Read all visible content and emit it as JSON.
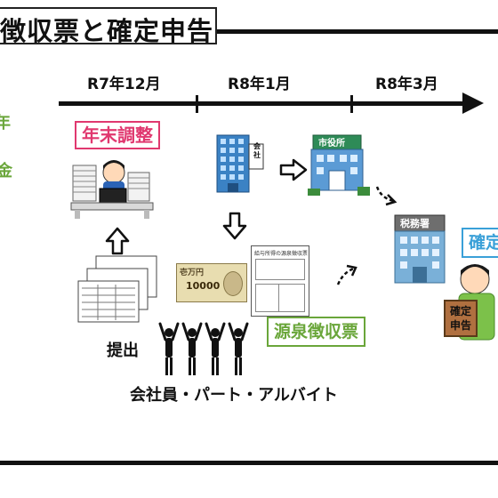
{
  "title": "徴収票と確定申告",
  "timeline": {
    "periods": [
      "R7年12月",
      "R8年1月",
      "R8年3月"
    ]
  },
  "labels": {
    "year_end": "年末調整",
    "withholding_slip": "源泉徴収票",
    "final_return": "確定申告",
    "submit": "提出",
    "workers": "会社員・パート・アルバイト",
    "left_edge_1": "年",
    "left_edge_2": "金"
  },
  "signs": {
    "company": "会社",
    "city_hall": "市役所",
    "tax_office": "税務署",
    "board": "確定申告"
  },
  "banknote": {
    "value": "10000",
    "denomination": "壱万円"
  },
  "document_header": "給与所得の源泉徴収票",
  "colors": {
    "accent_pink": "#e0386f",
    "accent_green": "#6aa63a",
    "accent_blue": "#3aa0d8"
  }
}
